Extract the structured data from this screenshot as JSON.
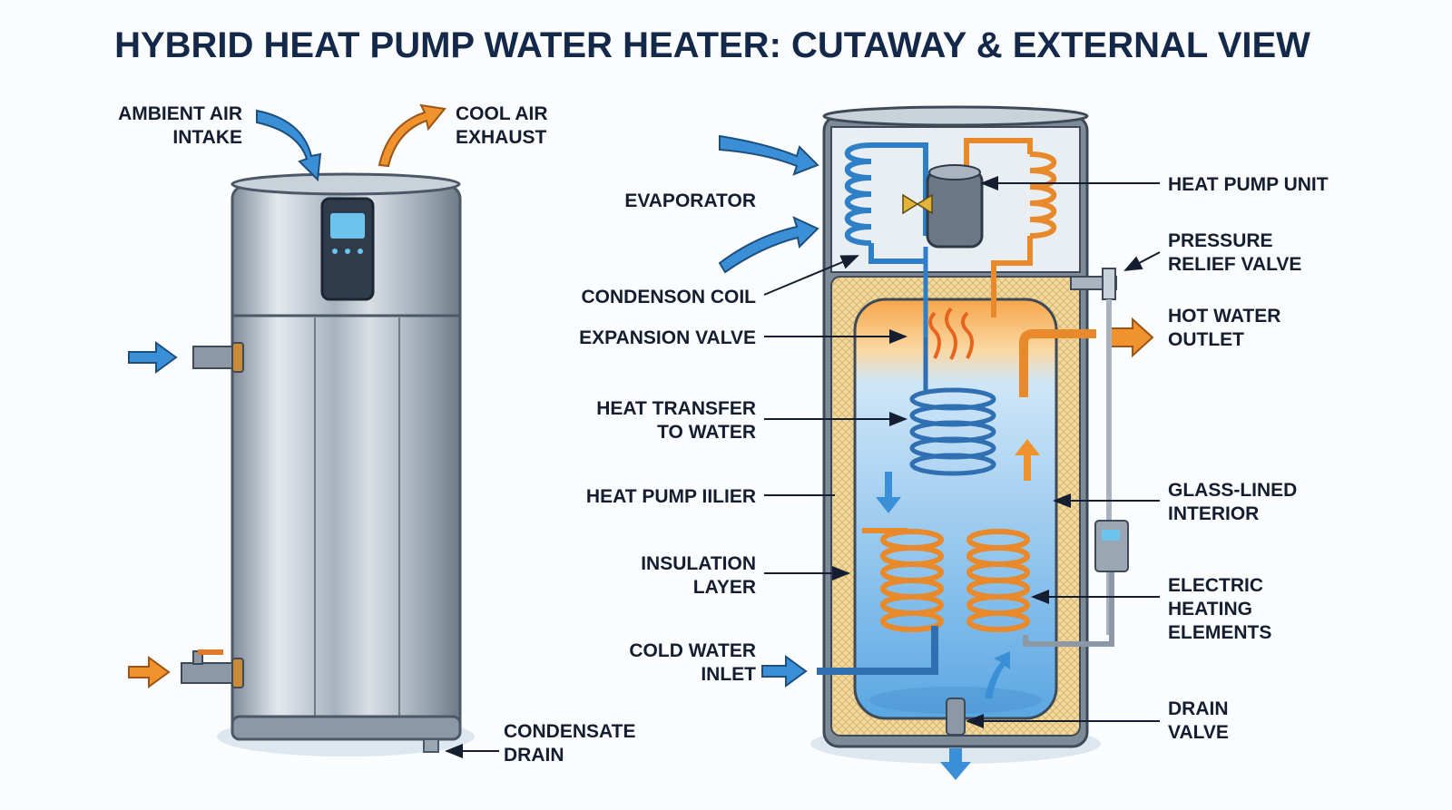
{
  "title": "HYBRID HEAT PUMP WATER HEATER: CUTAWAY & EXTERNAL VIEW",
  "external_view": {
    "ambient_air_intake": [
      "AMBIENT AIR",
      "INTAKE"
    ],
    "cool_air_exhaust": [
      "COOL AIR",
      "EXHAUST"
    ],
    "condensate_drain": [
      "CONDENSATE",
      "DRAIN"
    ]
  },
  "cutaway_view": {
    "left_labels": {
      "evaporator": [
        "EVAPORATOR"
      ],
      "condenson_coil": [
        "CONDENSON COIL"
      ],
      "expansion_valve": [
        "EXPANSION VALVE"
      ],
      "heat_transfer": [
        "HEAT TRANSFER",
        "TO WATER"
      ],
      "heat_pump_iilier": [
        "HEAT PUMP IILIER"
      ],
      "insulation_layer": [
        "INSULATION",
        "LAYER"
      ],
      "cold_water_inlet": [
        "COLD WATER",
        "INLET"
      ]
    },
    "right_labels": {
      "heat_pump_unit": [
        "HEAT PUMP UNIT"
      ],
      "pressure_relief_valve": [
        "PRESSURE",
        "RELIEF VALVE"
      ],
      "hot_water_outlet": [
        "HOT WATER",
        "OUTLET"
      ],
      "glass_lined_interior": [
        "GLASS-LINED",
        "INTERIOR"
      ],
      "electric_heating_elements": [
        "ELECTRIC",
        "HEATING",
        "ELEMENTS"
      ],
      "drain_valve": [
        "DRAIN",
        "VALVE"
      ]
    }
  },
  "colors": {
    "title": "#14284a",
    "cold_blue": "#3a8fd6",
    "hot_orange": "#f0922e",
    "steel": "#a9b4c0",
    "insulation": "#f2d9a0",
    "water": "#9fcdef"
  }
}
